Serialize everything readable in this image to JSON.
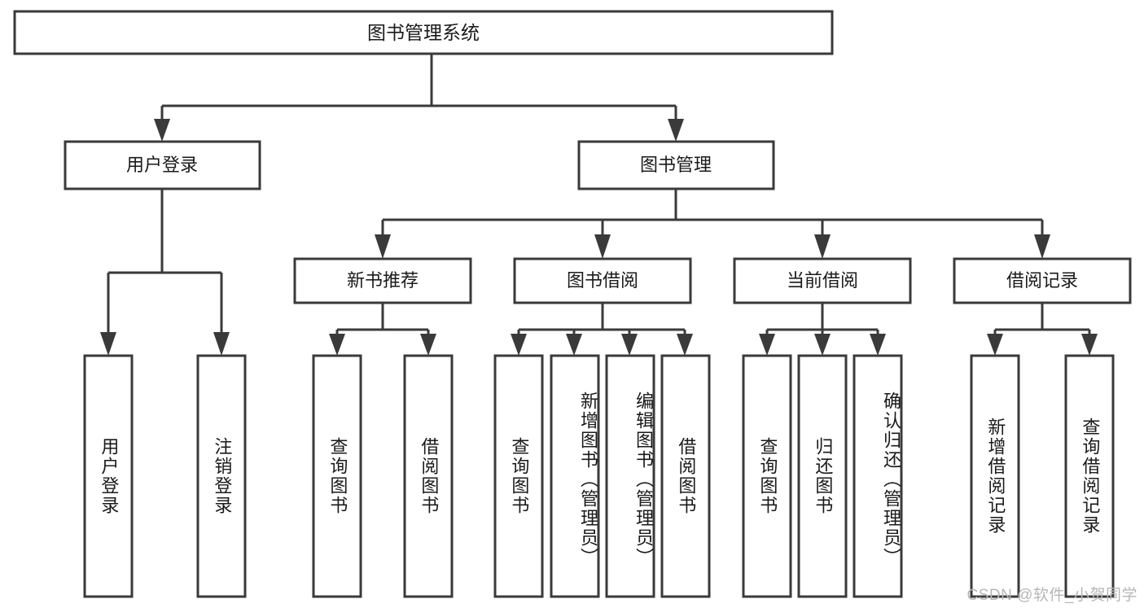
{
  "diagram": {
    "title": "图书管理系统",
    "type": "tree-hierarchy",
    "colors": {
      "stroke": "#3a3a3a",
      "box_fill": "#ffffff",
      "text": "#1a1a1a",
      "background": "#ffffff",
      "watermark": "#b6b6b6"
    },
    "levels": {
      "level1": {
        "label": "图书管理系统"
      },
      "level2": [
        {
          "label": "用户登录"
        },
        {
          "label": "图书管理"
        }
      ],
      "level3": [
        {
          "label": "新书推荐"
        },
        {
          "label": "图书借阅"
        },
        {
          "label": "当前借阅"
        },
        {
          "label": "借阅记录"
        }
      ],
      "leaves": {
        "user_login": [
          {
            "label": "用户登录"
          },
          {
            "label": "注销登录"
          }
        ],
        "new_book_recommend": [
          {
            "label": "查询图书"
          },
          {
            "label": "借阅图书"
          }
        ],
        "book_borrow": [
          {
            "label": "查询图书"
          },
          {
            "label": "新增图书（管理员）"
          },
          {
            "label": "编辑图书（管理员）"
          },
          {
            "label": "借阅图书"
          }
        ],
        "current_borrow": [
          {
            "label": "查询图书"
          },
          {
            "label": "归还图书"
          },
          {
            "label": "确认归还（管理员）"
          }
        ],
        "borrow_record": [
          {
            "label": "新增借阅记录"
          },
          {
            "label": "查询借阅记录"
          }
        ]
      }
    }
  },
  "watermark": {
    "text": "CSDN @软件_小贺同学"
  }
}
